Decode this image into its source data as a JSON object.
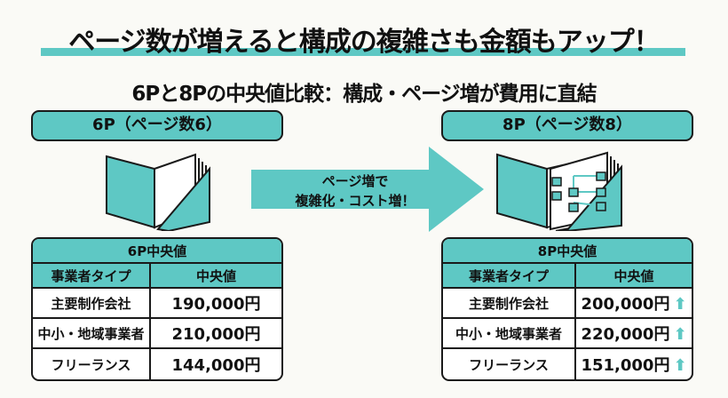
{
  "title": "ページ数が増えると構成の複雑さも金額もアップ！",
  "subtitle": "6Pと8Pの中央値比較：構成・ページ増が費用に直結",
  "accent": "#5ec8c4",
  "left": {
    "label": "6P（ページ数6）",
    "table_title": "6P中央値",
    "headers": [
      "事業者タイプ",
      "中央値"
    ],
    "rows": [
      {
        "type": "主要制作会社",
        "value": "190,000円"
      },
      {
        "type": "中小・地域事業者",
        "value": "210,000円"
      },
      {
        "type": "フリーランス",
        "value": "144,000円"
      }
    ]
  },
  "arrow_text": [
    "ページ増で",
    "複雑化・コスト増！"
  ],
  "right": {
    "label": "8P（ページ数8）",
    "table_title": "8P中央値",
    "headers": [
      "事業者タイプ",
      "中央値"
    ],
    "rows": [
      {
        "type": "主要制作会社",
        "value": "200,000円",
        "trend": "up"
      },
      {
        "type": "中小・地域事業者",
        "value": "220,000円",
        "trend": "up"
      },
      {
        "type": "フリーランス",
        "value": "151,000円",
        "trend": "up"
      }
    ]
  }
}
